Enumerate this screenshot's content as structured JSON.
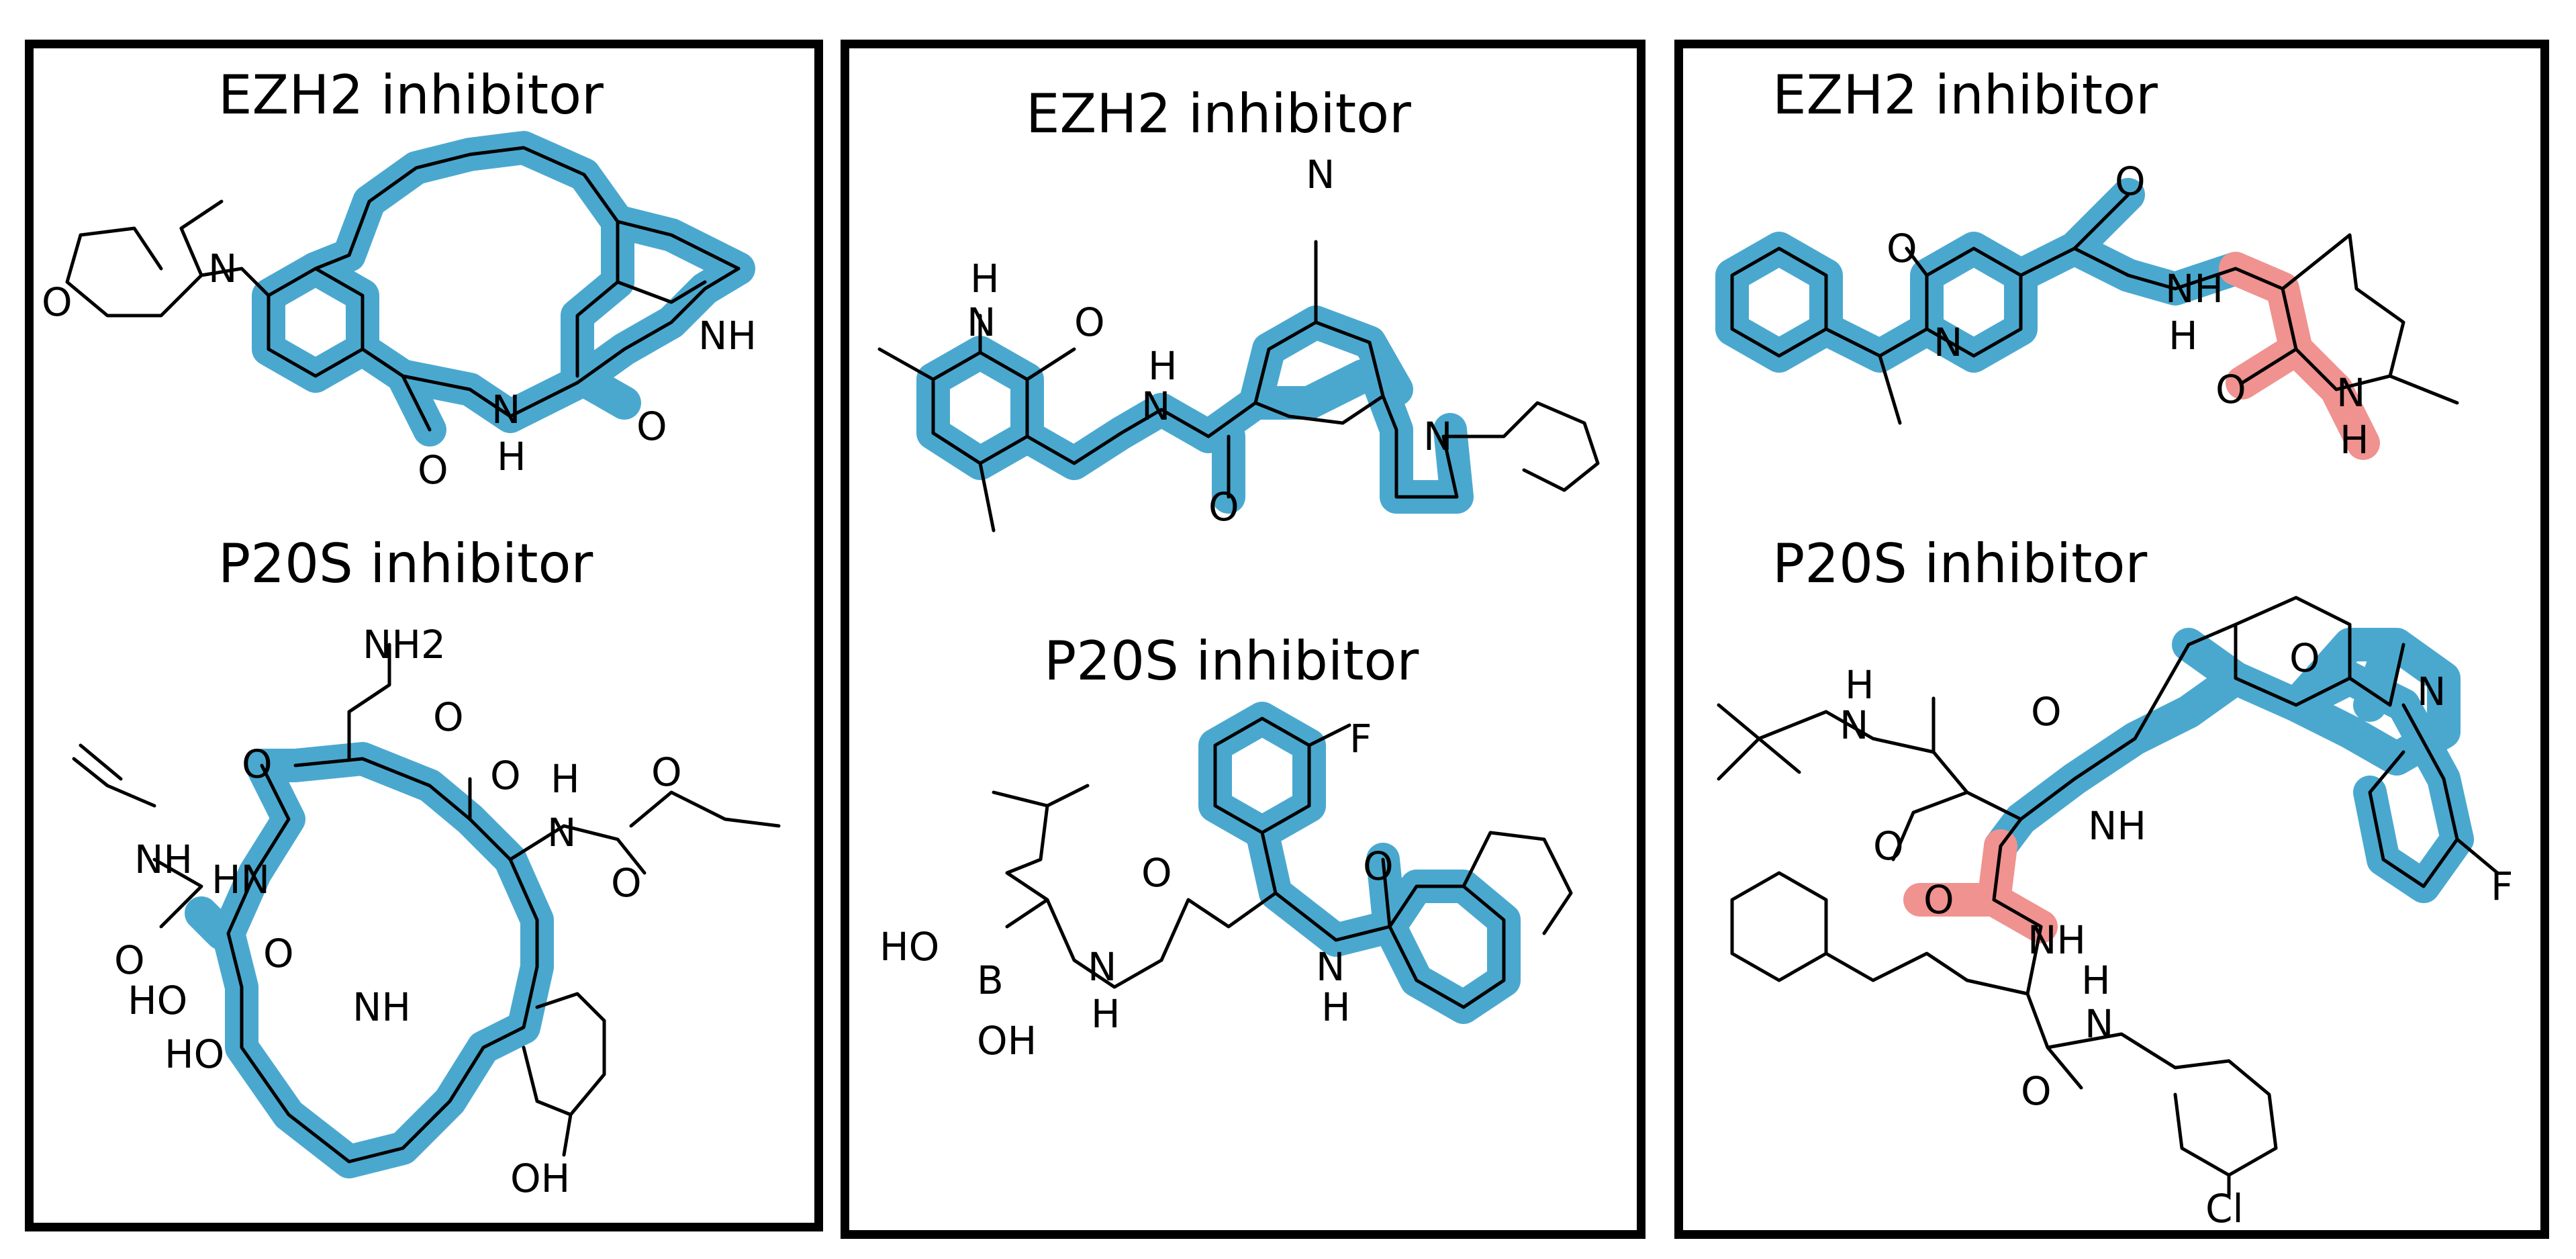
{
  "panels": [
    {
      "top_title": "EZH2 inhibitor",
      "bottom_title": "P20S inhibitor"
    },
    {
      "top_title": "EZH2 inhibitor",
      "bottom_title": "P20S inhibitor"
    },
    {
      "top_title": "EZH2 inhibitor",
      "bottom_title": "P20S inhibitor"
    }
  ],
  "atoms": {
    "O": "O",
    "N": "N",
    "NH": "NH",
    "H": "H",
    "HN": "HN",
    "NH2": "NH2",
    "HO": "HO",
    "OH": "OH",
    "B": "B",
    "F": "F",
    "Cl": "Cl"
  },
  "colors": {
    "highlight_blue": "#4aa8cf",
    "highlight_red": "#f0928f",
    "border": "#000000"
  }
}
